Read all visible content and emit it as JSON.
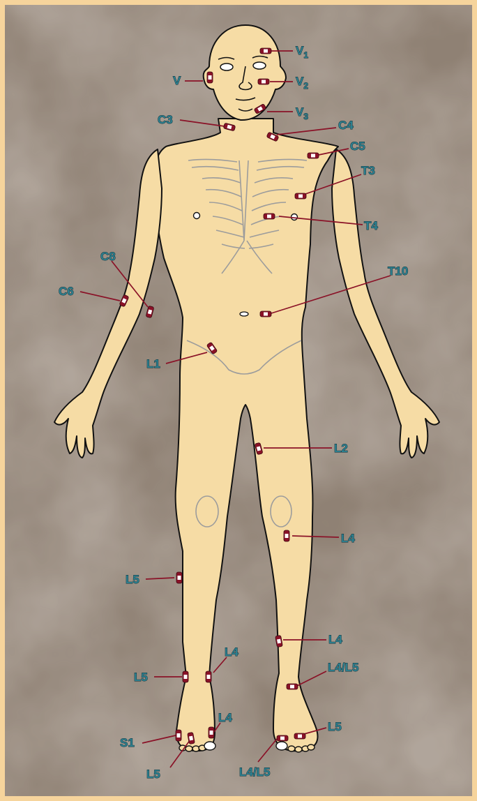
{
  "colors": {
    "frame": "#f6d49c",
    "background": "#8f8174",
    "skin": "#f6dca5",
    "outline": "#111111",
    "electrode": "#8a1227",
    "label": "#2e7f8e"
  },
  "electrode_icon": "stimulation-electrode-pad",
  "labels": [
    {
      "id": "v1",
      "base": "V",
      "sub": "1"
    },
    {
      "id": "v",
      "base": "V",
      "sub": ""
    },
    {
      "id": "v2",
      "base": "V",
      "sub": "2"
    },
    {
      "id": "v3",
      "base": "V",
      "sub": "3"
    },
    {
      "id": "c3",
      "base": "C3",
      "sub": ""
    },
    {
      "id": "c4",
      "base": "C4",
      "sub": ""
    },
    {
      "id": "c5",
      "base": "C5",
      "sub": ""
    },
    {
      "id": "t3",
      "base": "T3",
      "sub": ""
    },
    {
      "id": "t4",
      "base": "T4",
      "sub": ""
    },
    {
      "id": "c8",
      "base": "C8",
      "sub": ""
    },
    {
      "id": "c6",
      "base": "C6",
      "sub": ""
    },
    {
      "id": "t10",
      "base": "T10",
      "sub": ""
    },
    {
      "id": "l1",
      "base": "L1",
      "sub": ""
    },
    {
      "id": "l2",
      "base": "L2",
      "sub": ""
    },
    {
      "id": "l4-knee",
      "base": "L4",
      "sub": ""
    },
    {
      "id": "l5-shin",
      "base": "L5",
      "sub": ""
    },
    {
      "id": "l4-shin",
      "base": "L4",
      "sub": ""
    },
    {
      "id": "l4-ankle-r",
      "base": "L4",
      "sub": ""
    },
    {
      "id": "l5-ankle-r",
      "base": "L5",
      "sub": ""
    },
    {
      "id": "l4l5-ankle",
      "base": "L4/L5",
      "sub": ""
    },
    {
      "id": "l4-toe",
      "base": "L4",
      "sub": ""
    },
    {
      "id": "s1",
      "base": "S1",
      "sub": ""
    },
    {
      "id": "l5-foot-r",
      "base": "L5",
      "sub": ""
    },
    {
      "id": "l5-foot-l",
      "base": "L5",
      "sub": ""
    },
    {
      "id": "l4l5-foot",
      "base": "L4/L5",
      "sub": ""
    }
  ]
}
